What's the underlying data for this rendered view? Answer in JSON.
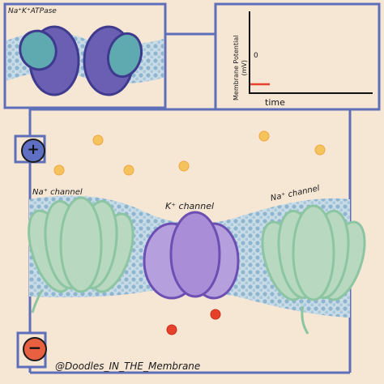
{
  "atpase_inset": {
    "title": "Na⁺K⁺ATPase"
  },
  "graph": {
    "y_axis_label_line1": "Membrane Potential",
    "y_axis_label_line2": "(mV)",
    "y_tick": "0",
    "x_axis_label": "time",
    "trace_color": "#e5412b"
  },
  "channels": {
    "na_left_label": "Na⁺ channel",
    "k_label": "K⁺ channel",
    "na_right_label": "Na⁺ channel"
  },
  "terminals": {
    "positive": "+",
    "negative": "−"
  },
  "signature": "@Doodles_IN_THE_Membrane",
  "colors": {
    "background": "#f6e6d4",
    "wire": "#5d6fb8",
    "membrane_blue": "#9fc1d8",
    "pump_purple": "#6a5fb3",
    "pump_teal": "#5faab0",
    "na_channel_green": "#b8d8bf",
    "k_channel_purple": "#b59fdd",
    "na_ion": "#f4c35c",
    "k_ion": "#e5412b"
  }
}
